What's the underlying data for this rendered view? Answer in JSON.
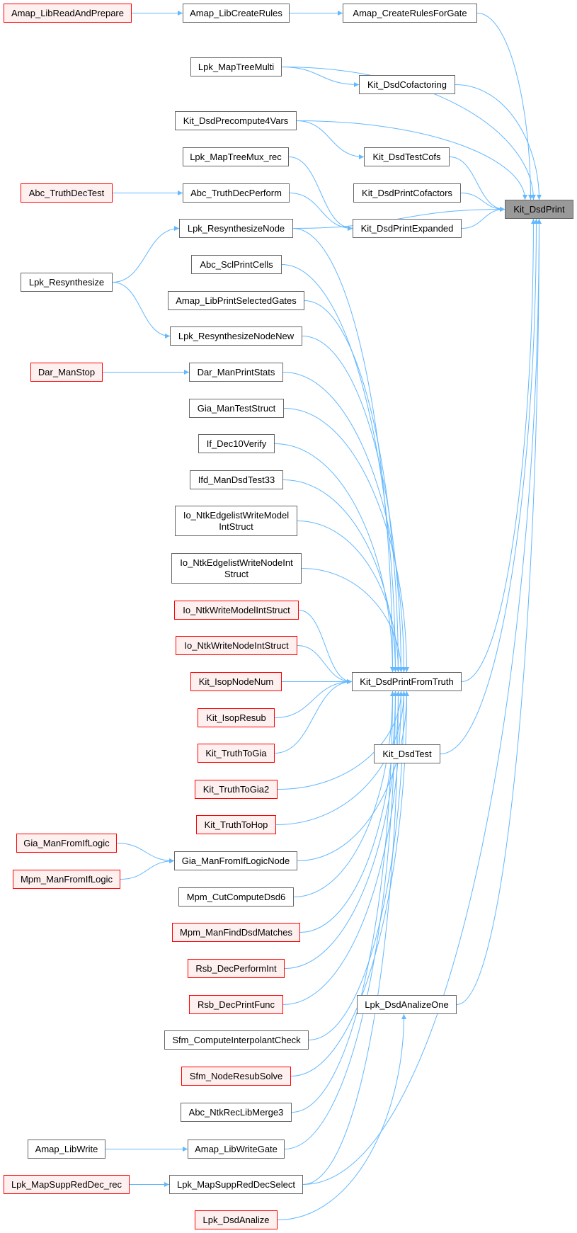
{
  "diagram": {
    "type": "doxygen caller graph",
    "root": "Kit_DsdPrint",
    "edge_color": "#63b8ff",
    "colors": {
      "normal_fill": "#ffffff",
      "normal_border": "#666666",
      "truncated_fill": "#fff0f0",
      "truncated_border": "#ff0000",
      "root_fill": "#999999"
    },
    "nodes": [
      {
        "id": "n_root",
        "label": "Kit_DsdPrint",
        "style": "root"
      },
      {
        "id": "n_cr4g",
        "label": "Amap_CreateRulesForGate",
        "style": "normal"
      },
      {
        "id": "n_lcr",
        "label": "Amap_LibCreateRules",
        "style": "normal"
      },
      {
        "id": "n_lrap",
        "label": "Amap_LibReadAndPrepare",
        "style": "red"
      },
      {
        "id": "n_mtm",
        "label": "Lpk_MapTreeMulti",
        "style": "normal"
      },
      {
        "id": "n_dcof",
        "label": "Kit_DsdCofactoring",
        "style": "normal"
      },
      {
        "id": "n_pre4",
        "label": "Kit_DsdPrecompute4Vars",
        "style": "normal"
      },
      {
        "id": "n_tcofs",
        "label": "Kit_DsdTestCofs",
        "style": "normal"
      },
      {
        "id": "n_mtmux",
        "label": "Lpk_MapTreeMux_rec",
        "style": "normal"
      },
      {
        "id": "n_pcof",
        "label": "Kit_DsdPrintCofactors",
        "style": "normal"
      },
      {
        "id": "n_tdt",
        "label": "Abc_TruthDecTest",
        "style": "red"
      },
      {
        "id": "n_tdp",
        "label": "Abc_TruthDecPerform",
        "style": "normal"
      },
      {
        "id": "n_pexp",
        "label": "Kit_DsdPrintExpanded",
        "style": "normal"
      },
      {
        "id": "n_rsn",
        "label": "Lpk_ResynthesizeNode",
        "style": "normal"
      },
      {
        "id": "n_rs",
        "label": "Lpk_Resynthesize",
        "style": "normal"
      },
      {
        "id": "n_scl",
        "label": "Abc_SclPrintCells",
        "style": "normal"
      },
      {
        "id": "n_psg",
        "label": "Amap_LibPrintSelectedGates",
        "style": "normal"
      },
      {
        "id": "n_rsnn",
        "label": "Lpk_ResynthesizeNodeNew",
        "style": "normal"
      },
      {
        "id": "n_dms",
        "label": "Dar_ManStop",
        "style": "red"
      },
      {
        "id": "n_dps",
        "label": "Dar_ManPrintStats",
        "style": "normal"
      },
      {
        "id": "n_gts",
        "label": "Gia_ManTestStruct",
        "style": "normal"
      },
      {
        "id": "n_d10",
        "label": "If_Dec10Verify",
        "style": "normal"
      },
      {
        "id": "n_ifd",
        "label": "Ifd_ManDsdTest33",
        "style": "normal"
      },
      {
        "id": "n_ewm",
        "label": "Io_NtkEdgelistWriteModel\nIntStruct",
        "style": "normal"
      },
      {
        "id": "n_ewn",
        "label": "Io_NtkEdgelistWriteNodeInt\nStruct",
        "style": "normal"
      },
      {
        "id": "n_wmi",
        "label": "Io_NtkWriteModelIntStruct",
        "style": "red"
      },
      {
        "id": "n_wni",
        "label": "Io_NtkWriteNodeIntStruct",
        "style": "red"
      },
      {
        "id": "n_pft",
        "label": "Kit_DsdPrintFromTruth",
        "style": "normal"
      },
      {
        "id": "n_inn",
        "label": "Kit_IsopNodeNum",
        "style": "red"
      },
      {
        "id": "n_ir",
        "label": "Kit_IsopResub",
        "style": "red"
      },
      {
        "id": "n_ttg",
        "label": "Kit_TruthToGia",
        "style": "red"
      },
      {
        "id": "n_ttg2",
        "label": "Kit_TruthToGia2",
        "style": "red"
      },
      {
        "id": "n_tth",
        "label": "Kit_TruthToHop",
        "style": "red"
      },
      {
        "id": "n_dt",
        "label": "Kit_DsdTest",
        "style": "normal"
      },
      {
        "id": "n_gmfil",
        "label": "Gia_ManFromIfLogic",
        "style": "red"
      },
      {
        "id": "n_gmfiln",
        "label": "Gia_ManFromIfLogicNode",
        "style": "normal"
      },
      {
        "id": "n_mmfil",
        "label": "Mpm_ManFromIfLogic",
        "style": "red"
      },
      {
        "id": "n_mccd",
        "label": "Mpm_CutComputeDsd6",
        "style": "normal"
      },
      {
        "id": "n_mfdm",
        "label": "Mpm_ManFindDsdMatches",
        "style": "red"
      },
      {
        "id": "n_rdpi",
        "label": "Rsb_DecPerformInt",
        "style": "red"
      },
      {
        "id": "n_rdpf",
        "label": "Rsb_DecPrintFunc",
        "style": "red"
      },
      {
        "id": "n_sfci",
        "label": "Sfm_ComputeInterpolantCheck",
        "style": "normal"
      },
      {
        "id": "n_sfnr",
        "label": "Sfm_NodeResubSolve",
        "style": "red"
      },
      {
        "id": "n_nrlm",
        "label": "Abc_NtkRecLibMerge3",
        "style": "normal"
      },
      {
        "id": "n_alw",
        "label": "Amap_LibWrite",
        "style": "normal"
      },
      {
        "id": "n_alwg",
        "label": "Amap_LibWriteGate",
        "style": "normal"
      },
      {
        "id": "n_msrdr",
        "label": "Lpk_MapSuppRedDec_rec",
        "style": "red"
      },
      {
        "id": "n_msrds",
        "label": "Lpk_MapSuppRedDecSelect",
        "style": "normal"
      },
      {
        "id": "n_dao",
        "label": "Lpk_DsdAnalizeOne",
        "style": "normal"
      },
      {
        "id": "n_da",
        "label": "Lpk_DsdAnalize",
        "style": "red"
      }
    ],
    "edges": [
      [
        "n_lrap",
        "n_lcr"
      ],
      [
        "n_lcr",
        "n_cr4g"
      ],
      [
        "n_cr4g",
        "n_root"
      ],
      [
        "n_mtm",
        "n_root"
      ],
      [
        "n_mtm",
        "n_dcof"
      ],
      [
        "n_dcof",
        "n_root"
      ],
      [
        "n_pre4",
        "n_root"
      ],
      [
        "n_pre4",
        "n_tcofs"
      ],
      [
        "n_tcofs",
        "n_root"
      ],
      [
        "n_mtmux",
        "n_pexp"
      ],
      [
        "n_pcof",
        "n_root"
      ],
      [
        "n_tdt",
        "n_tdp"
      ],
      [
        "n_tdp",
        "n_pexp"
      ],
      [
        "n_pexp",
        "n_root"
      ],
      [
        "n_rsn",
        "n_root"
      ],
      [
        "n_rs",
        "n_rsn"
      ],
      [
        "n_rs",
        "n_rsnn"
      ],
      [
        "n_dms",
        "n_dps"
      ],
      [
        "n_rsn",
        "n_pft"
      ],
      [
        "n_scl",
        "n_pft"
      ],
      [
        "n_psg",
        "n_pft"
      ],
      [
        "n_rsnn",
        "n_pft"
      ],
      [
        "n_dps",
        "n_pft"
      ],
      [
        "n_gts",
        "n_pft"
      ],
      [
        "n_d10",
        "n_pft"
      ],
      [
        "n_ifd",
        "n_pft"
      ],
      [
        "n_ewm",
        "n_pft"
      ],
      [
        "n_ewn",
        "n_pft"
      ],
      [
        "n_wmi",
        "n_pft"
      ],
      [
        "n_wni",
        "n_pft"
      ],
      [
        "n_inn",
        "n_pft"
      ],
      [
        "n_ir",
        "n_pft"
      ],
      [
        "n_ttg",
        "n_pft"
      ],
      [
        "n_ttg2",
        "n_pft"
      ],
      [
        "n_tth",
        "n_pft"
      ],
      [
        "n_gmfiln",
        "n_pft"
      ],
      [
        "n_mccd",
        "n_pft"
      ],
      [
        "n_mfdm",
        "n_pft"
      ],
      [
        "n_rdpi",
        "n_pft"
      ],
      [
        "n_rdpf",
        "n_pft"
      ],
      [
        "n_sfci",
        "n_pft"
      ],
      [
        "n_sfnr",
        "n_pft"
      ],
      [
        "n_nrlm",
        "n_pft"
      ],
      [
        "n_alwg",
        "n_pft"
      ],
      [
        "n_msrds",
        "n_pft"
      ],
      [
        "n_pft",
        "n_root"
      ],
      [
        "n_dt",
        "n_root"
      ],
      [
        "n_dao",
        "n_root"
      ],
      [
        "n_gmfil",
        "n_gmfiln"
      ],
      [
        "n_mmfil",
        "n_gmfiln"
      ],
      [
        "n_alw",
        "n_alwg"
      ],
      [
        "n_msrdr",
        "n_msrds"
      ],
      [
        "n_da",
        "n_dao"
      ],
      [
        "n_msrds",
        "n_root"
      ]
    ]
  }
}
